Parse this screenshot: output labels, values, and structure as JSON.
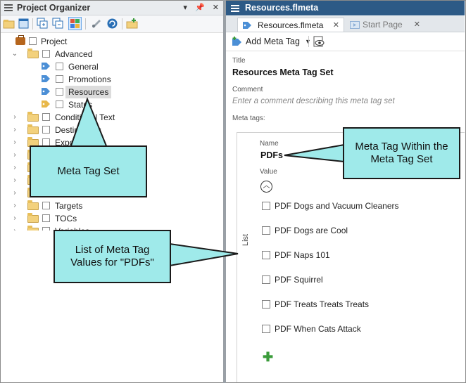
{
  "left_pane": {
    "title": "Project Organizer",
    "tree": [
      {
        "label": "Project"
      },
      {
        "label": "Advanced"
      },
      {
        "label": "General"
      },
      {
        "label": "Promotions"
      },
      {
        "label": "Resources"
      },
      {
        "label": "Status"
      },
      {
        "label": "Conditional Text"
      },
      {
        "label": "Destinations"
      },
      {
        "label": "Exports"
      },
      {
        "label": "Targets"
      },
      {
        "label": "TOCs"
      },
      {
        "label": "Variables"
      }
    ]
  },
  "right_pane": {
    "title": "Resources.flmeta",
    "tabs": [
      {
        "label": "Resources.flmeta"
      },
      {
        "label": "Start Page"
      }
    ],
    "toolbar": {
      "add_label": "Add Meta Tag"
    },
    "title_field_label": "Title",
    "title_value": "Resources Meta Tag Set",
    "comment_field_label": "Comment",
    "comment_placeholder": "Enter a comment describing this meta tag set",
    "meta_tags_label": "Meta tags:",
    "list_label": "List",
    "name_label": "Name",
    "name_value": "PDFs",
    "value_label": "Value",
    "values": [
      {
        "label": "PDF Dogs and Vacuum Cleaners"
      },
      {
        "label": "PDF Dogs are Cool"
      },
      {
        "label": "PDF Naps 101"
      },
      {
        "label": "PDF Squirrel"
      },
      {
        "label": "PDF Treats Treats Treats"
      },
      {
        "label": "PDF When Cats Attack"
      }
    ]
  },
  "callouts": {
    "meta_tag_set": "Meta Tag Set",
    "meta_tag_within": "Meta Tag Within the Meta Tag Set",
    "list_values": "List of Meta Tag Values for \"PDFs\""
  },
  "colors": {
    "callout_fill": "#9feaea",
    "active_title_bar": "#2d5a86",
    "add_icon": "#3a9b3a"
  }
}
